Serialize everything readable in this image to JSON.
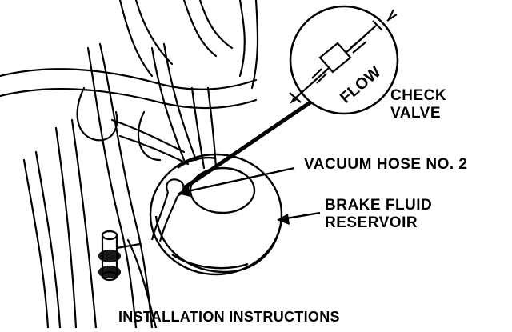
{
  "labels": {
    "flow": "FLOW",
    "check_valve_line1": "CHECK",
    "check_valve_line2": "VALVE",
    "vacuum_hose": "VACUUM HOSE NO. 2",
    "brake_fluid_line1": "BRAKE FLUID",
    "brake_fluid_line2": "RESERVOIR"
  },
  "caption": "INSTALLATION INSTRUCTIONS",
  "colors": {
    "ink": "#000000",
    "paper": "#ffffff"
  }
}
